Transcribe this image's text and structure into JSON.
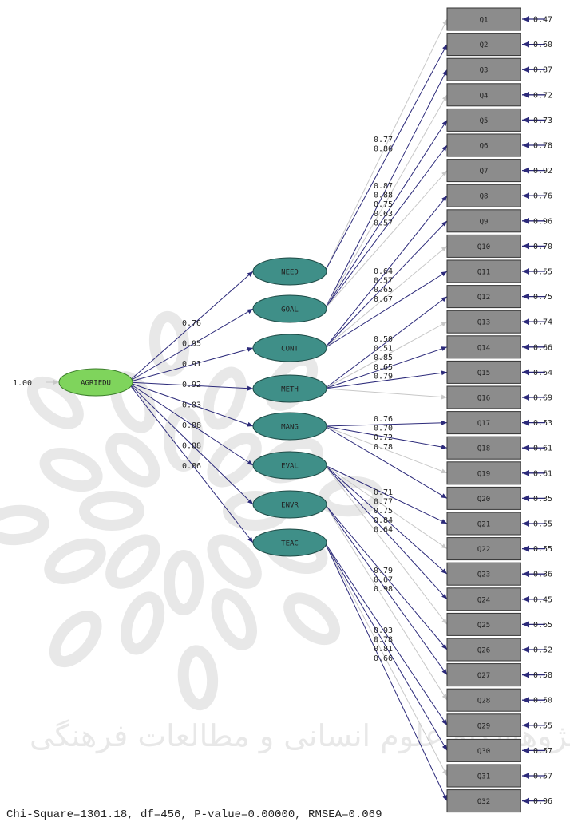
{
  "root": {
    "label": "AGRIEDU",
    "error": "1.00"
  },
  "factors": [
    {
      "label": "NEED",
      "loading": "0.76"
    },
    {
      "label": "GOAL",
      "loading": "0.95"
    },
    {
      "label": "CONT",
      "loading": "0.91"
    },
    {
      "label": "METH",
      "loading": "0.92"
    },
    {
      "label": "MANG",
      "loading": "0.83"
    },
    {
      "label": "EVAL",
      "loading": "0.88"
    },
    {
      "label": "ENVR",
      "loading": "0.88"
    },
    {
      "label": "TEAC",
      "loading": "0.86"
    }
  ],
  "items": [
    {
      "label": "Q1",
      "error": "0.47"
    },
    {
      "label": "Q2",
      "error": "0.60"
    },
    {
      "label": "Q3",
      "error": "0.87"
    },
    {
      "label": "Q4",
      "error": "0.72"
    },
    {
      "label": "Q5",
      "error": "0.73"
    },
    {
      "label": "Q6",
      "error": "0.78"
    },
    {
      "label": "Q7",
      "error": "0.92"
    },
    {
      "label": "Q8",
      "error": "0.76"
    },
    {
      "label": "Q9",
      "error": "0.96"
    },
    {
      "label": "Q10",
      "error": "0.70"
    },
    {
      "label": "Q11",
      "error": "0.55"
    },
    {
      "label": "Q12",
      "error": "0.75"
    },
    {
      "label": "Q13",
      "error": "0.74"
    },
    {
      "label": "Q14",
      "error": "0.66"
    },
    {
      "label": "Q15",
      "error": "0.64"
    },
    {
      "label": "Q16",
      "error": "0.69"
    },
    {
      "label": "Q17",
      "error": "0.53"
    },
    {
      "label": "Q18",
      "error": "0.61"
    },
    {
      "label": "Q19",
      "error": "0.61"
    },
    {
      "label": "Q20",
      "error": "0.35"
    },
    {
      "label": "Q21",
      "error": "0.55"
    },
    {
      "label": "Q22",
      "error": "0.55"
    },
    {
      "label": "Q23",
      "error": "0.36"
    },
    {
      "label": "Q24",
      "error": "0.45"
    },
    {
      "label": "Q25",
      "error": "0.65"
    },
    {
      "label": "Q26",
      "error": "0.52"
    },
    {
      "label": "Q27",
      "error": "0.58"
    },
    {
      "label": "Q28",
      "error": "0.50"
    },
    {
      "label": "Q29",
      "error": "0.55"
    },
    {
      "label": "Q30",
      "error": "0.57"
    },
    {
      "label": "Q31",
      "error": "0.57"
    },
    {
      "label": "Q32",
      "error": "0.96"
    }
  ],
  "item_loadings": [
    [
      "0.77",
      "0.86"
    ],
    [
      "0.87",
      "0.88",
      "0.75",
      "0.63",
      "0.57"
    ],
    [
      "0.64",
      "0.57",
      "0.65",
      "0.67"
    ],
    [
      "0.50",
      "0.51",
      "0.85",
      "0.65",
      "0.79"
    ],
    [
      "0.76",
      "0.70",
      "0.72",
      "0.78"
    ],
    [
      "0.71",
      "0.77",
      "0.75",
      "0.84",
      "0.64"
    ],
    [
      "0.79",
      "0.67",
      "0.98"
    ],
    [
      "0.93",
      "0.78",
      "0.81",
      "0.66"
    ]
  ],
  "assignments": [
    [
      0,
      1
    ],
    [
      2,
      3,
      4,
      5,
      6
    ],
    [
      7,
      8,
      9,
      10
    ],
    [
      11,
      12,
      13,
      14,
      15
    ],
    [
      16,
      17,
      18,
      19
    ],
    [
      20,
      21,
      22,
      23,
      24
    ],
    [
      25,
      26,
      27
    ],
    [
      28,
      29,
      30,
      31
    ]
  ],
  "watermark_text": "پژوهشگاه علوم انسانی و مطالعات فرهنگی",
  "fit_statistics": "Chi-Square=1301.18, df=456, P-value=0.00000, RMSEA=0.069",
  "colors": {
    "root_fill": "#7fd45c",
    "factor_fill": "#3f8f88",
    "item_fill": "#8c8c8c",
    "path": "#2c2a7a",
    "path_light": "#c8c8c8",
    "text": "#222222",
    "watermark": "#d6d6d6"
  }
}
